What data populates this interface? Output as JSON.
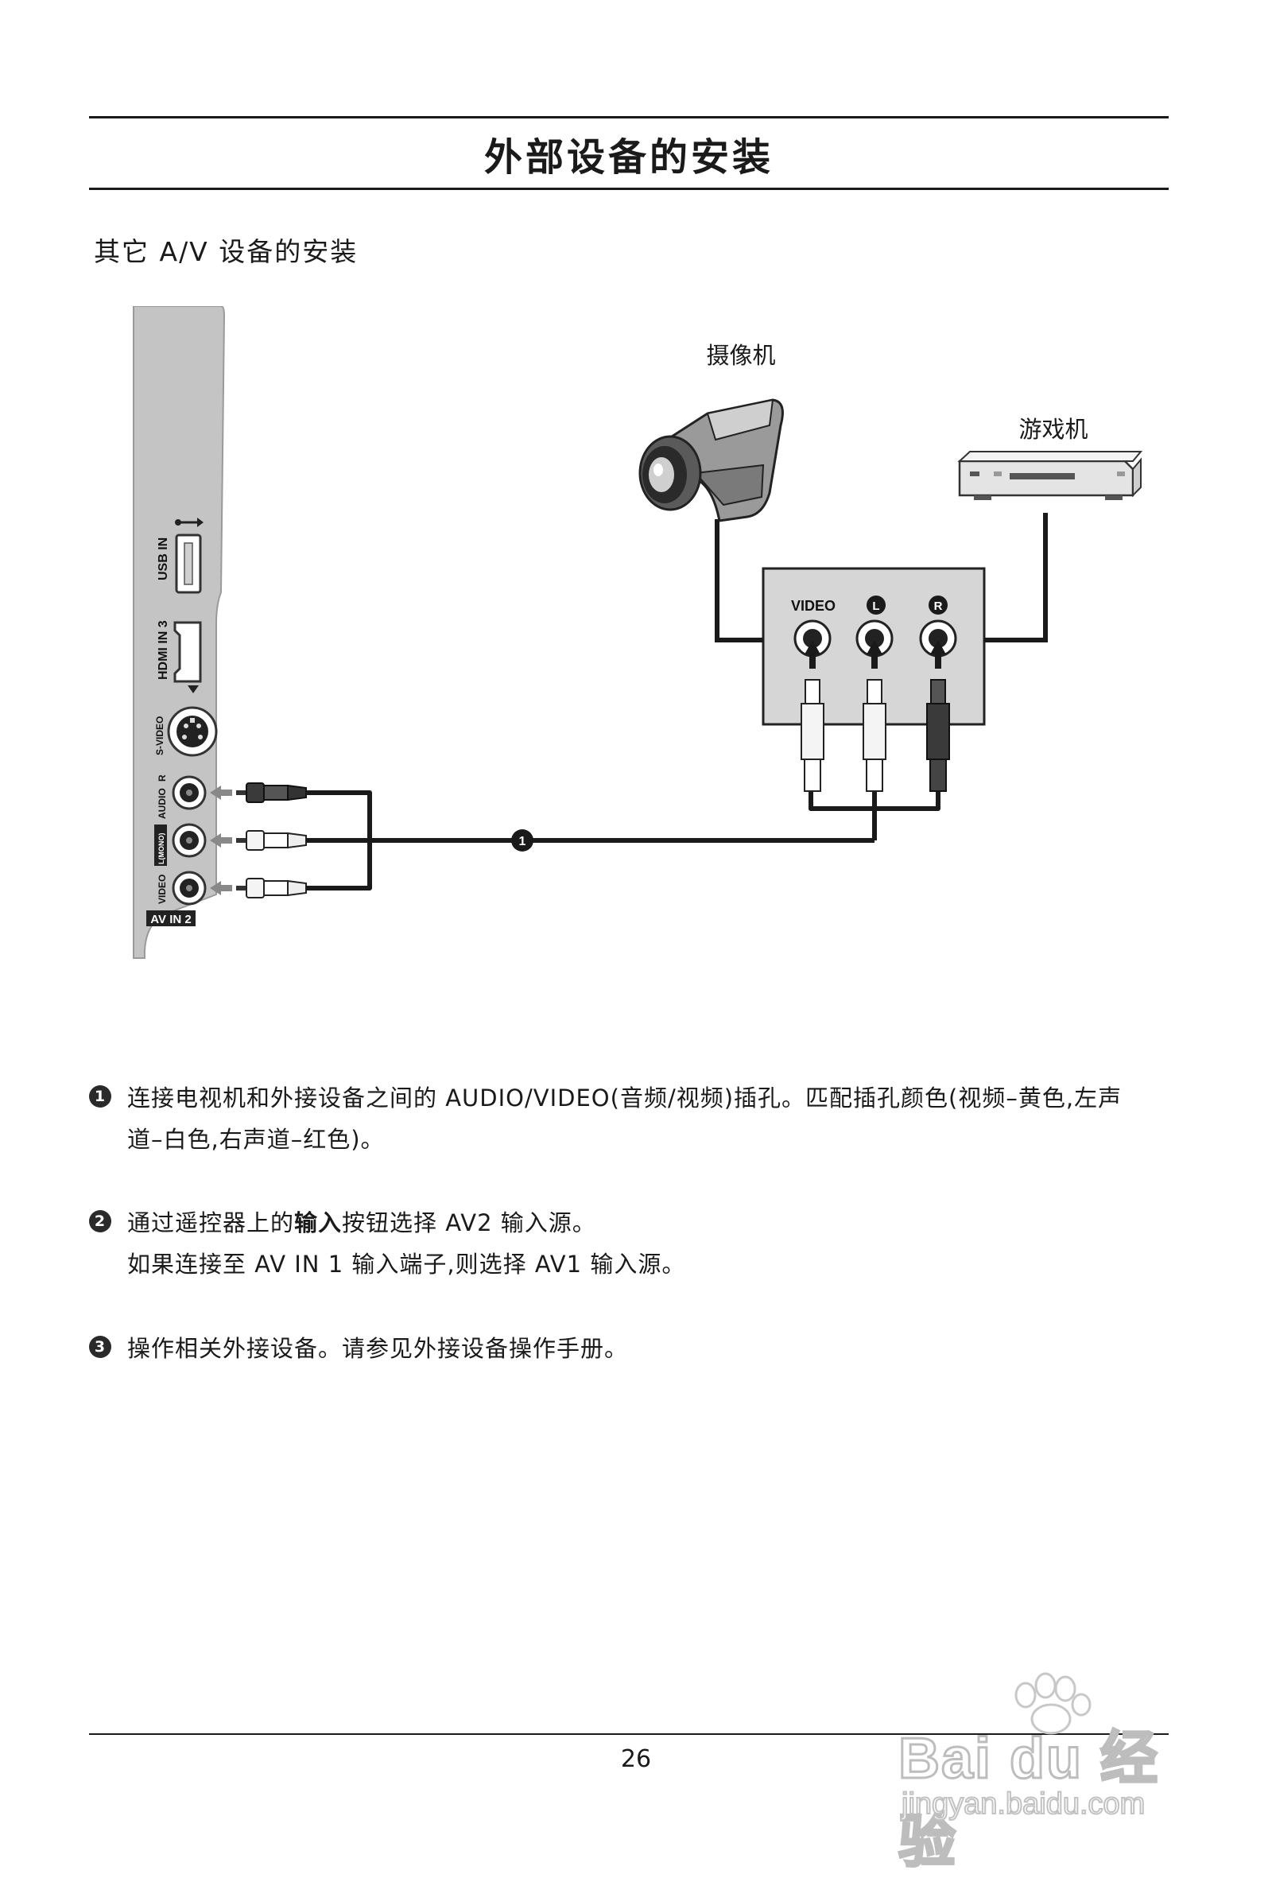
{
  "page": {
    "title": "外部设备的安装",
    "subtitle": "其它 A/V 设备的安装",
    "page_number": "26"
  },
  "diagram": {
    "camcorder_label": "摄像机",
    "console_label": "游戏机",
    "tv_panel": {
      "usb_label": "USB IN",
      "hdmi_label": "HDMI IN 3",
      "svideo_label": "S-VIDEO",
      "audio_label": "AUDIO",
      "audio_r_mark": "R",
      "audio_l_mono_mark": "L(MONO)",
      "video_label": "VIDEO",
      "av_in_label": "AV IN 2"
    },
    "jack_panel": {
      "video_label": "VIDEO",
      "l_mark": "L",
      "r_mark": "R"
    },
    "cable_number": "1",
    "colors": {
      "panel_gray": "#c4c4c4",
      "panel_edge": "#9a9a9a",
      "cable": "#1a1a1a",
      "plug_white": "#f4f4f4",
      "plug_dark": "#3a3a3a"
    }
  },
  "steps": [
    {
      "number": "1",
      "lines": [
        "连接电视机和外接设备之间的 AUDIO/VIDEO(音频/视频)插孔。匹配插孔颜色(视频–黄色,左声",
        "道–白色,右声道–红色)。"
      ]
    },
    {
      "number": "2",
      "line1_prefix": "通过遥控器上的",
      "line1_bold": "输入",
      "line1_suffix": "按钮选择 AV2 输入源。",
      "line2": "如果连接至 AV IN 1 输入端子,则选择 AV1 输入源。"
    },
    {
      "number": "3",
      "lines": [
        "操作相关外接设备。请参见外接设备操作手册。"
      ]
    }
  ],
  "watermark": {
    "brand": "Bai du 经验",
    "url": "jingyan.baidu.com"
  }
}
